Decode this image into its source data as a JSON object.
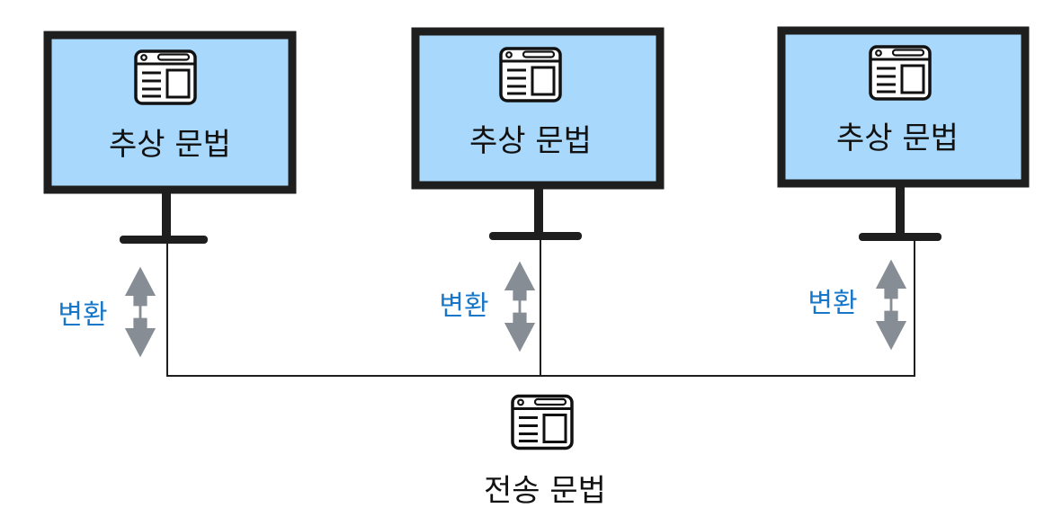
{
  "colors": {
    "screen_fill": "#a8d8fb",
    "frame": "#1e1e1e",
    "arrow": "#878d94",
    "convert_text": "#1677c9",
    "line": "#1e1e1e"
  },
  "icons": {
    "screen_icon": "document-icon",
    "bottom_icon": "document-icon",
    "arrow_icon": "double-arrow-icon"
  },
  "monitors": [
    {
      "label": "추상 문법",
      "convert_label": "변환"
    },
    {
      "label": "추상 문법",
      "convert_label": "변환"
    },
    {
      "label": "추상 문법",
      "convert_label": "변환"
    }
  ],
  "bottom": {
    "label": "전송 문법"
  }
}
